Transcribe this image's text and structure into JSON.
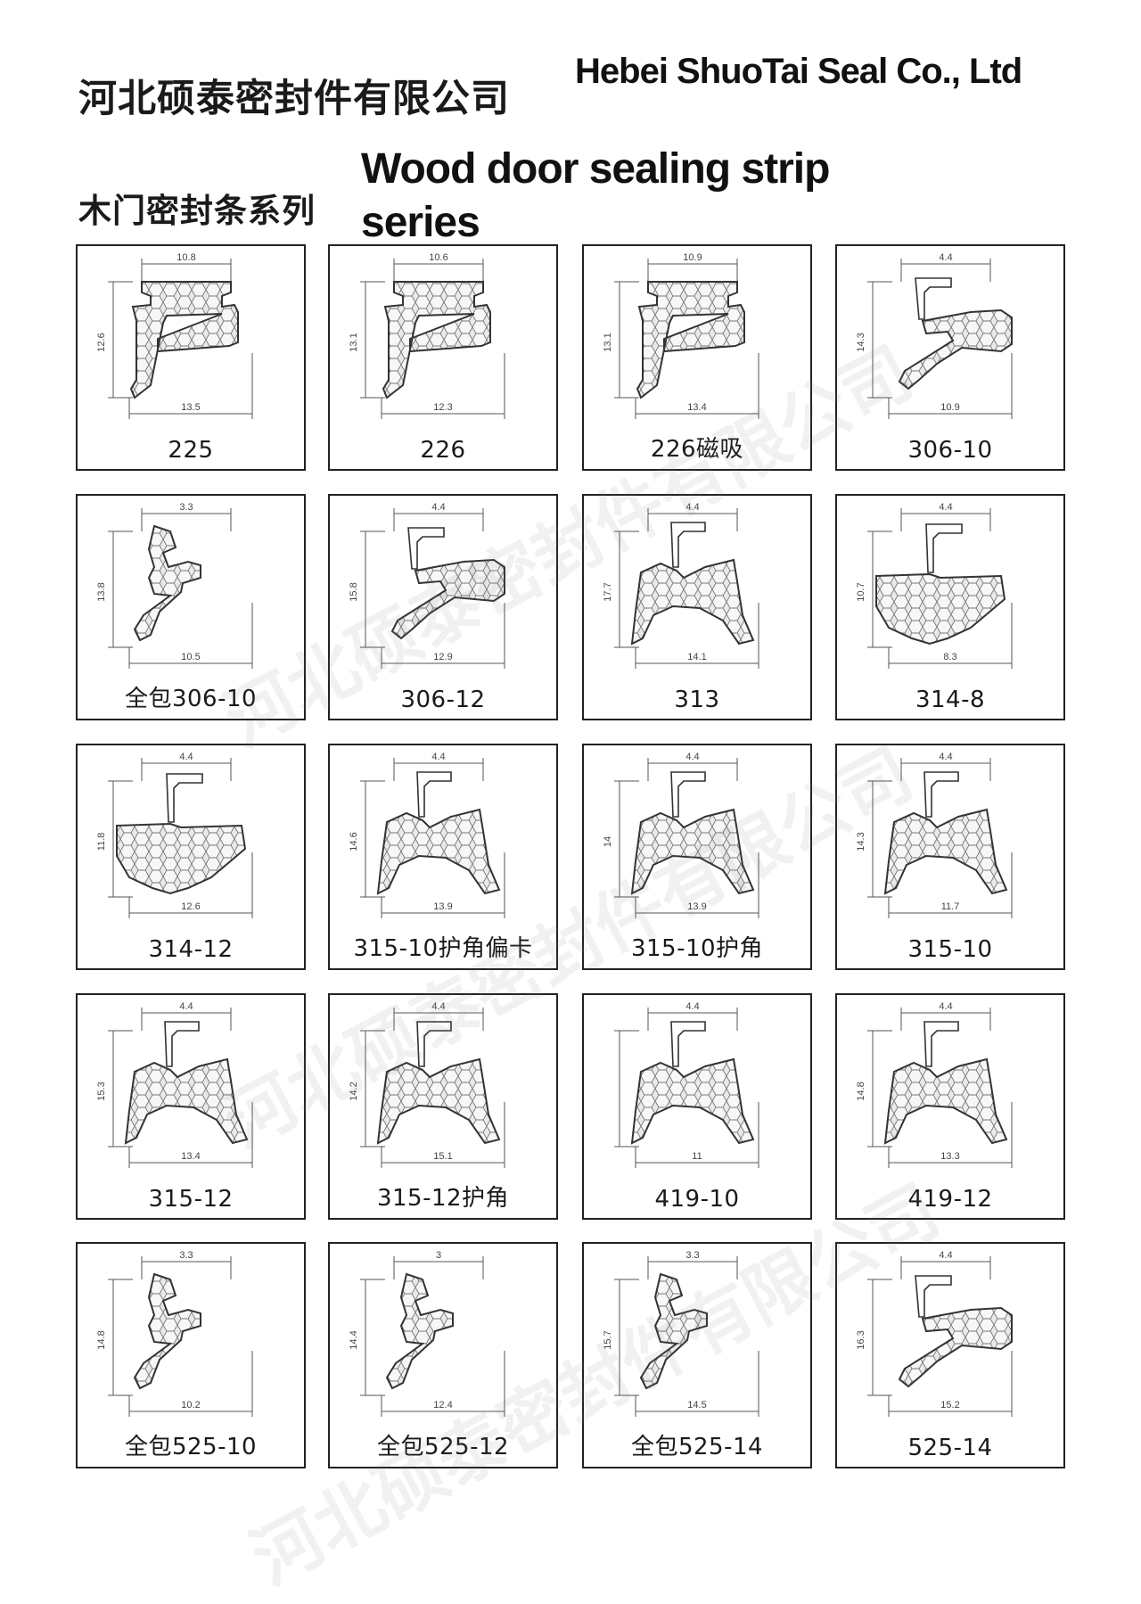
{
  "header": {
    "company_cn": "河北硕泰密封件有限公司",
    "company_en": "Hebei ShuoTai Seal Co., Ltd",
    "series_cn": "木门密封条系列",
    "series_en": "Wood door sealing strip series"
  },
  "watermark": "河北硕泰密封件有限公司",
  "products": [
    {
      "model": "225",
      "dims": {
        "top": "10.8",
        "bottom": "13.5",
        "side": "12.6"
      },
      "profile": "twin-lip"
    },
    {
      "model": "226",
      "dims": {
        "top": "10.6",
        "bottom": "12.3",
        "side": "13.1"
      },
      "profile": "twin-lip"
    },
    {
      "model": "226磁吸",
      "dims": {
        "top": "10.9",
        "bottom": "13.4",
        "side": "13.1"
      },
      "profile": "twin-lip"
    },
    {
      "model": "306-10",
      "dims": {
        "top": "4.4",
        "bottom": "10.9",
        "side": "14.3"
      },
      "profile": "clip-lip"
    },
    {
      "model": "全包306-10",
      "dims": {
        "top": "3.3",
        "bottom": "10.5",
        "side": "13.8"
      },
      "profile": "wrap-lip"
    },
    {
      "model": "306-12",
      "dims": {
        "top": "4.4",
        "bottom": "12.9",
        "side": "15.8"
      },
      "profile": "clip-lip"
    },
    {
      "model": "313",
      "dims": {
        "top": "4.4",
        "bottom": "14.1",
        "side": "17.7"
      },
      "profile": "clip-arch"
    },
    {
      "model": "314-8",
      "dims": {
        "top": "4.4",
        "bottom": "8.3",
        "side": "10.7"
      },
      "profile": "clip-shield"
    },
    {
      "model": "314-12",
      "dims": {
        "top": "4.4",
        "bottom": "12.6",
        "side": "11.8"
      },
      "profile": "clip-shield"
    },
    {
      "model": "315-10护角偏卡",
      "dims": {
        "top": "4.4",
        "bottom": "13.9",
        "side": "14.6"
      },
      "profile": "clip-arch"
    },
    {
      "model": "315-10护角",
      "dims": {
        "top": "4.4",
        "bottom": "13.9",
        "side": "14"
      },
      "profile": "clip-arch"
    },
    {
      "model": "315-10",
      "dims": {
        "top": "4.4",
        "bottom": "11.7",
        "side": "14.3"
      },
      "profile": "clip-arch"
    },
    {
      "model": "315-12",
      "dims": {
        "top": "4.4",
        "bottom": "13.4",
        "side": "15.3"
      },
      "profile": "clip-arch"
    },
    {
      "model": "315-12护角",
      "dims": {
        "top": "4.4",
        "bottom": "15.1",
        "side": "14.2"
      },
      "profile": "clip-arch"
    },
    {
      "model": "419-10",
      "dims": {
        "top": "4.4",
        "bottom": "11",
        "side": ""
      },
      "profile": "clip-arch"
    },
    {
      "model": "419-12",
      "dims": {
        "top": "4.4",
        "bottom": "13.3",
        "side": "14.8"
      },
      "profile": "clip-arch"
    },
    {
      "model": "全包525-10",
      "dims": {
        "top": "3.3",
        "bottom": "10.2",
        "side": "14.8"
      },
      "profile": "wrap-lip"
    },
    {
      "model": "全包525-12",
      "dims": {
        "top": "3",
        "bottom": "12.4",
        "side": "14.4"
      },
      "profile": "wrap-lip"
    },
    {
      "model": "全包525-14",
      "dims": {
        "top": "3.3",
        "bottom": "14.5",
        "side": "15.7"
      },
      "profile": "wrap-lip"
    },
    {
      "model": "525-14",
      "dims": {
        "top": "4.4",
        "bottom": "15.2",
        "side": "16.3"
      },
      "profile": "clip-lip"
    }
  ]
}
